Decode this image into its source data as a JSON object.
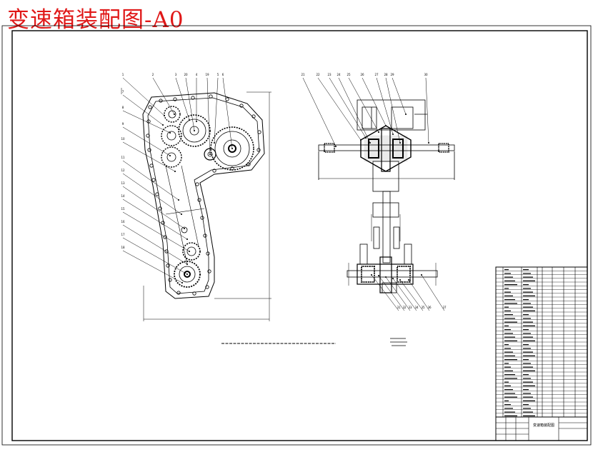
{
  "title": "变速箱装配图-A0",
  "colors": {
    "title": "#e01818",
    "lines": "#000000",
    "sheet": "#ffffff"
  },
  "left_view": {
    "callouts": [
      {
        "label": "1"
      },
      {
        "label": "2"
      },
      {
        "label": "3"
      },
      {
        "label": "4"
      },
      {
        "label": "5"
      },
      {
        "label": "6"
      },
      {
        "label": "7"
      },
      {
        "label": "8"
      },
      {
        "label": "9"
      },
      {
        "label": "10"
      },
      {
        "label": "11"
      },
      {
        "label": "12"
      },
      {
        "label": "13"
      },
      {
        "label": "14"
      },
      {
        "label": "15"
      },
      {
        "label": "16"
      },
      {
        "label": "17"
      },
      {
        "label": "18"
      },
      {
        "label": "19"
      },
      {
        "label": "20"
      }
    ]
  },
  "right_view": {
    "callouts": [
      {
        "label": "21"
      },
      {
        "label": "22"
      },
      {
        "label": "23"
      },
      {
        "label": "24"
      },
      {
        "label": "25"
      },
      {
        "label": "26"
      },
      {
        "label": "27"
      },
      {
        "label": "28"
      },
      {
        "label": "29"
      },
      {
        "label": "30"
      },
      {
        "label": "31"
      },
      {
        "label": "32"
      },
      {
        "label": "33"
      },
      {
        "label": "34"
      },
      {
        "label": "35"
      },
      {
        "label": "36"
      },
      {
        "label": "37"
      }
    ]
  },
  "title_block": {
    "drawing_name": "变速箱装配图",
    "parts_list_rows": 40
  }
}
